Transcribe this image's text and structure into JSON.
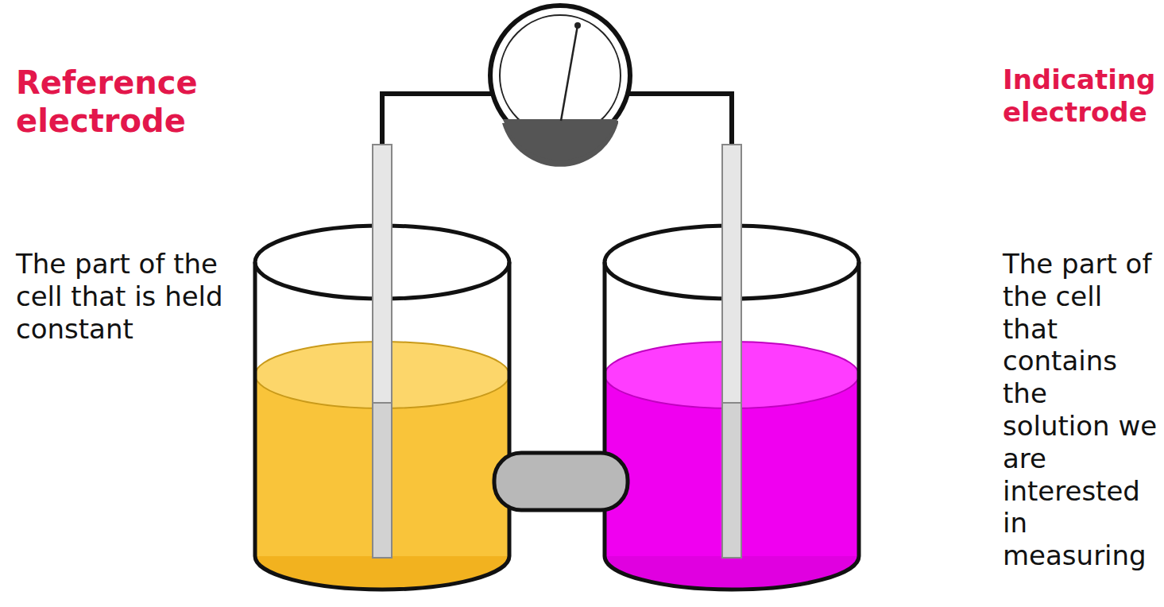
{
  "diagram": {
    "labels": [
      "Reference electrode",
      "The part of the cell that is held constant",
      "Indicating electrode",
      "The part of the cell that contains the solution we are interested in measuring"
    ]
  }
}
